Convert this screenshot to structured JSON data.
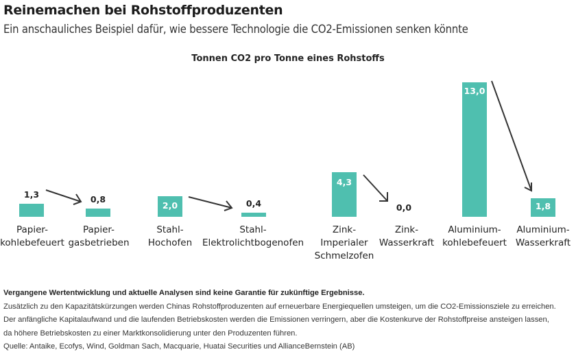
{
  "header": {
    "title": "Reinemachen bei Rohstoffproduzenten",
    "subtitle": "Ein anschauliches Beispiel dafür, wie bessere Technologie die CO2-Emissionen senken könnte"
  },
  "chart": {
    "title": "Tonnen CO2 pro Tonne eines Rohstoffs",
    "bar_color": "#4fbfaf",
    "bars": [
      {
        "label_line1": "Papier-",
        "label_line2": "kohlebefeuert",
        "label_line3": "",
        "value_label": "1,3"
      },
      {
        "label_line1": "Papier-",
        "label_line2": "gasbetrieben",
        "label_line3": "",
        "value_label": "0,8"
      },
      {
        "label_line1": "Stahl-",
        "label_line2": "Hochofen",
        "label_line3": "",
        "value_label": "2,0"
      },
      {
        "label_line1": "Stahl-",
        "label_line2": "Elektrolichtbogenofen",
        "label_line3": "",
        "value_label": "0,4"
      },
      {
        "label_line1": "Zink-",
        "label_line2": "Imperialer",
        "label_line3": "Schmelzofen",
        "value_label": "4,3"
      },
      {
        "label_line1": "Zink-",
        "label_line2": "Wasserkraft",
        "label_line3": "",
        "value_label": "0,0"
      },
      {
        "label_line1": "Aluminium-",
        "label_line2": "kohlebefeuert",
        "label_line3": "",
        "value_label": "13,0"
      },
      {
        "label_line1": "Aluminium-",
        "label_line2": "Wasserkraft",
        "label_line3": "",
        "value_label": "1,8"
      }
    ]
  },
  "footer": {
    "disclaimer": "Vergangene Wertentwicklung und aktuelle Analysen sind keine Garantie für zukünftige Ergebnisse.",
    "line1": "Zusätzlich zu den Kapazitätskürzungen werden Chinas Rohstoffproduzenten auf erneuerbare Energiequellen umsteigen, um die CO2-Emissionsziele zu erreichen.",
    "line2": "Der anfängliche Kapitalaufwand und die laufenden Betriebskosten werden die Emissionen verringern, aber die Kostenkurve der Rohstoffpreise ansteigen lassen,",
    "line3": "da höhere Betriebskosten zu einer Marktkonsolidierung unter den Produzenten führen.",
    "source": "Quelle: Antaike, Ecofys, Wind, Goldman Sach, Macquarie, Huatai Securities und AllianceBernstein (AB)"
  },
  "chart_data": {
    "type": "bar",
    "title": "Tonnen CO2 pro Tonne eines Rohstoffs",
    "categories": [
      "Papier-kohlebefeuert",
      "Papier-gasbetrieben",
      "Stahl-Hochofen",
      "Stahl-Elektrolichtbogenofen",
      "Zink-Imperialer Schmelzofen",
      "Zink-Wasserkraft",
      "Aluminium-kohlebefeuert",
      "Aluminium-Wasserkraft"
    ],
    "values": [
      1.3,
      0.8,
      2.0,
      0.4,
      4.3,
      0.0,
      13.0,
      1.8
    ],
    "xlabel": "",
    "ylabel": "Tonnen CO2 pro Tonne eines Rohstoffs",
    "ylim": [
      0,
      13
    ],
    "grid": false,
    "legend": "none",
    "annotations": [
      "Arrow: Papier-kohlebefeuert → Papier-gasbetrieben",
      "Arrow: Stahl-Hochofen → Stahl-Elektrolichtbogenofen",
      "Arrow: Zink-Imperialer Schmelzofen → Zink-Wasserkraft",
      "Arrow: Aluminium-kohlebefeuert → Aluminium-Wasserkraft"
    ]
  }
}
